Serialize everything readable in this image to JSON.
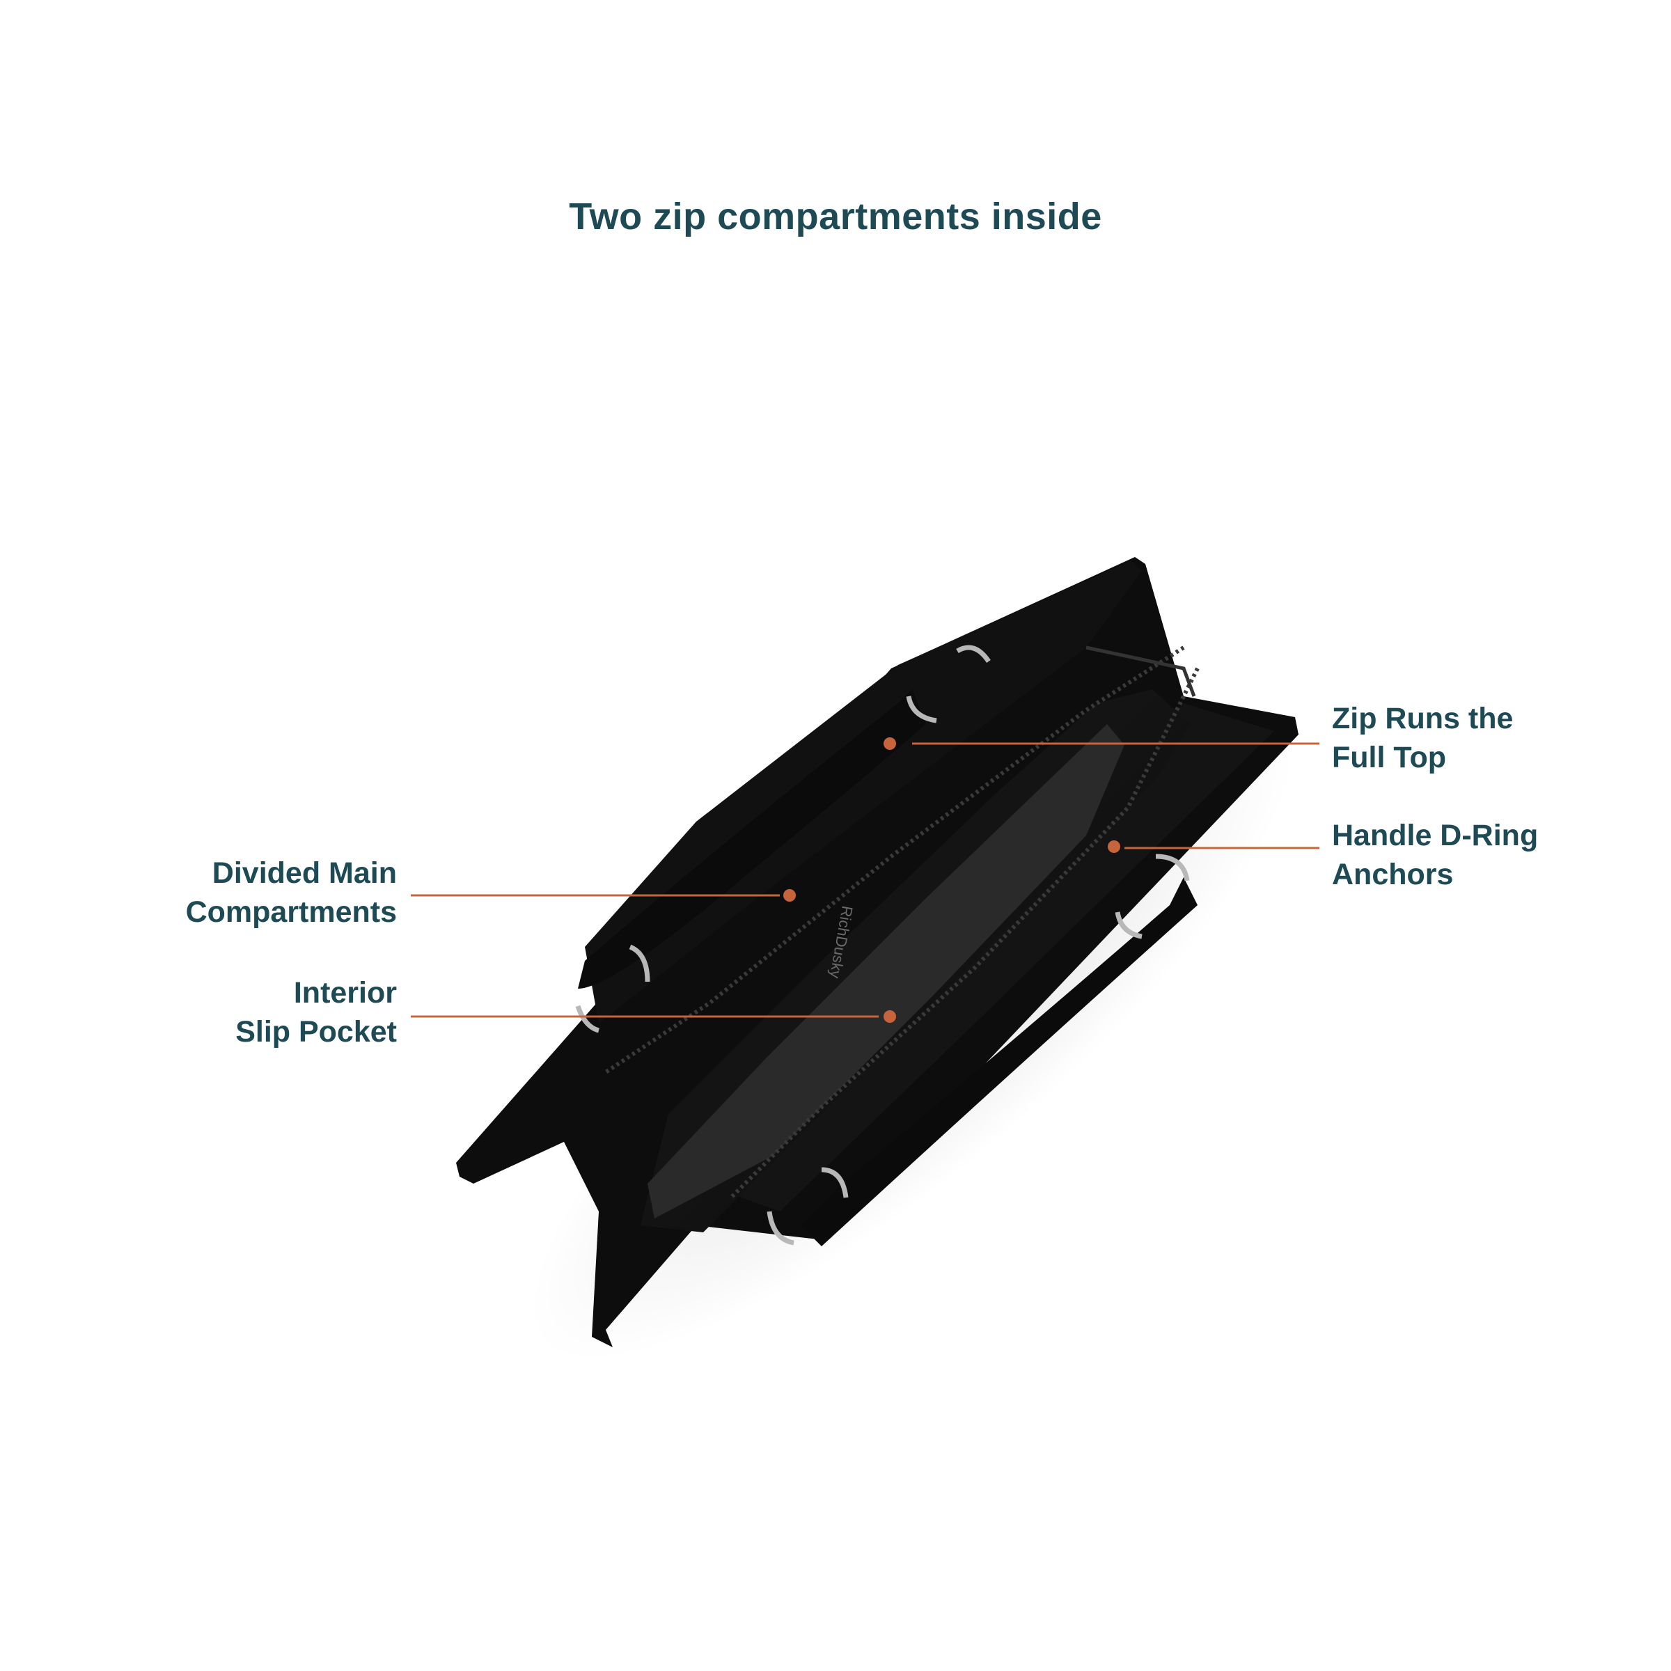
{
  "title": "Two zip compartments inside",
  "callouts": {
    "zip": {
      "line1": "Zip Runs the",
      "line2": "Full Top"
    },
    "dring": {
      "line1": "Handle D-Ring",
      "line2": "Anchors"
    },
    "divided": {
      "line1": "Divided Main",
      "line2": "Compartments"
    },
    "pocket": {
      "line1": "Interior",
      "line2": "Slip Pocket"
    }
  },
  "brand_mark": "RichDusky",
  "colors": {
    "title_text": "#1d4a55",
    "callout_line": "#c8643c",
    "bag": "#0d0d0d",
    "background": "#ffffff"
  }
}
